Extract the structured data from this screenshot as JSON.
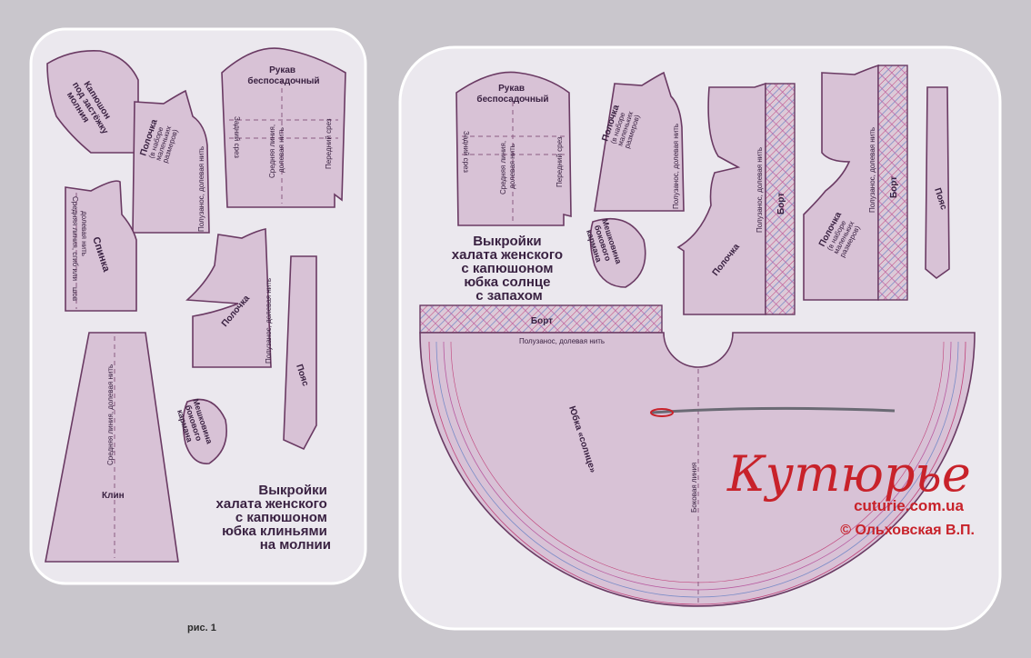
{
  "colors": {
    "background": "#c9c6cc",
    "board": "#ebe8ee",
    "piece_fill": "#d8c2d6",
    "piece_stroke": "#6a3a63",
    "text": "#3a2242",
    "logo": "#c8222a"
  },
  "left": {
    "title_lines": [
      "Выкройки",
      "халата женского",
      "с капюшоном",
      "юбка клиньями",
      "на молнии"
    ],
    "hood": [
      "Капюшон",
      "под застёжку",
      "молния"
    ],
    "front_small": [
      "Полочка",
      "(в наборе",
      "маленьких",
      "размеров)"
    ],
    "front_small_grain": "Полузанос, долевая нить",
    "sleeve_title": [
      "Рукав",
      "беспосадочный"
    ],
    "sleeve_back": "Задний срез",
    "sleeve_mid": [
      "Средняя линия,",
      "долевая нить"
    ],
    "sleeve_front": "Передний срез",
    "back": "Спинка",
    "back_grain": [
      "Средняя линия, сгиб или",
      "долевая нить"
    ],
    "shov": "шов",
    "front": "Полочка",
    "front_grain": "Полузанос, долевая нить",
    "belt": "Пояс",
    "gore": "Клин",
    "gore_grain": "Средняя линия, долевая нить",
    "pocket": [
      "Мешковина",
      "бокового",
      "кармана"
    ]
  },
  "right": {
    "title_lines": [
      "Выкройки",
      "халата женского",
      "с капюшоном",
      "юбка солнце",
      "с запахом"
    ],
    "sleeve_title": [
      "Рукав",
      "беспосадочный"
    ],
    "sleeve_back": "Задний срез",
    "sleeve_mid": [
      "Средняя линия,",
      "долевая нить"
    ],
    "sleeve_front": "Передний срез",
    "front_small": [
      "Полочка",
      "(в наборе",
      "маленьких",
      "размеров)"
    ],
    "front_small_grain": "Полузанос, долевая нить",
    "pocket": [
      "Мешковина",
      "бокового",
      "кармана"
    ],
    "front": "Полочка",
    "front_grain": "Полузанос, долевая нить",
    "bort": "Борт",
    "front2": [
      "Полочка",
      "(в наборе",
      "маленьких",
      "размеров)"
    ],
    "front2_grain": "Полузанос, долевая нить",
    "bort2": "Борт",
    "belt": "Пояс",
    "band": "Борт",
    "band_grain": "Полузанос, долевая нить",
    "skirt": "Юбка «солнце»",
    "side_line": "Боковая линия"
  },
  "logo": {
    "script": "Кутюрье",
    "site": "cuturie.com.ua",
    "copyright": "© Ольховская В.П."
  },
  "caption": "рис. 1"
}
